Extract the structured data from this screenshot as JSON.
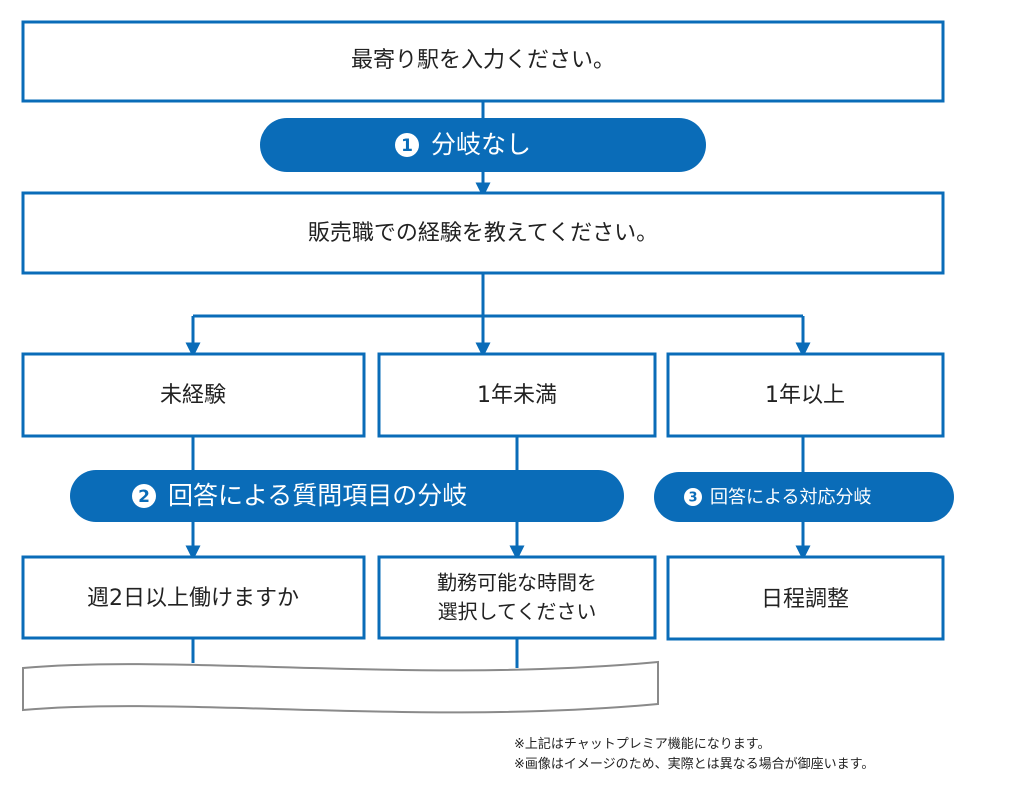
{
  "colors": {
    "primary": "#0a6cb8",
    "box_fill": "#ffffff",
    "text": "#222222",
    "pill_text": "#ffffff"
  },
  "steps": {
    "nearest_station": "最寄り駅を入力ください。",
    "sales_experience": "販売職での経験を教えてください。"
  },
  "branches": {
    "none": {
      "number": "1",
      "label": "分岐なし"
    },
    "question_by_answer": {
      "number": "2",
      "label": "回答による質問項目の分岐"
    },
    "response_by_answer": {
      "number": "3",
      "label": "回答による対応分岐"
    }
  },
  "answers": {
    "inexperienced": "未経験",
    "under_one_year": "1年未満",
    "over_one_year": "1年以上"
  },
  "followups": {
    "two_days": "週2日以上働けますか",
    "select_time_line1": "勤務可能な時間を",
    "select_time_line2": "選択してください",
    "schedule": "日程調整"
  },
  "notes": [
    "※上記はチャットプレミア機能になります。",
    "※画像はイメージのため、実際とは異なる場合が御座います。"
  ]
}
